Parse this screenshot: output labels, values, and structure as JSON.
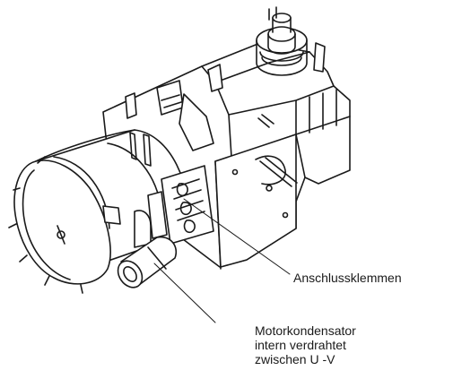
{
  "callouts": {
    "terminals": "Anschlussklemmen",
    "capacitor": {
      "line1": "Motorkondensator",
      "line2": "intern verdrahtet",
      "line3": "zwischen U -V"
    }
  },
  "colors": {
    "ink": "#1a1a1a",
    "background": "#ffffff"
  }
}
